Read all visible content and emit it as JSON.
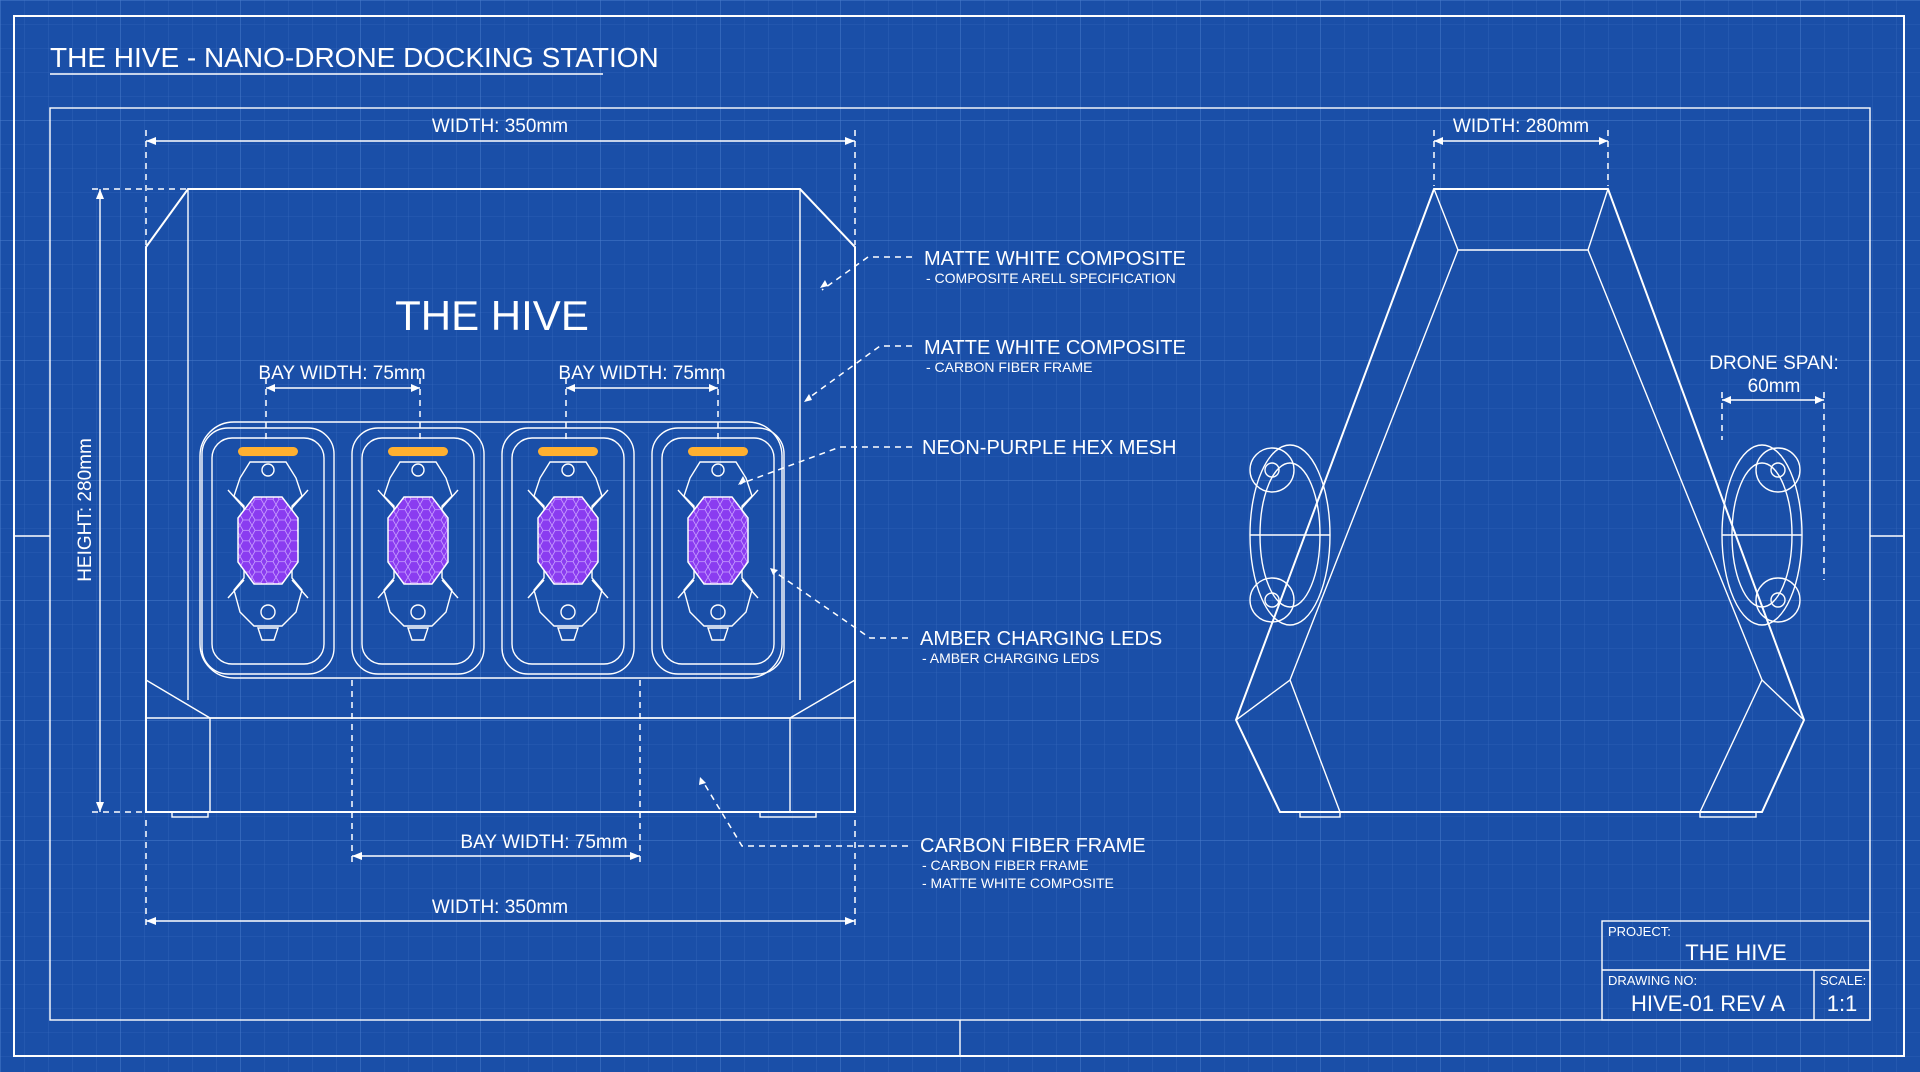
{
  "title": "THE HIVE - NANO-DRONE DOCKING STATION",
  "front": {
    "brand": "THE HIVE",
    "width_top": "WIDTH: 350mm",
    "width_bottom": "WIDTH: 350mm",
    "height": "HEIGHT: 280mm",
    "bay_width_1": "BAY WIDTH: 75mm",
    "bay_width_2": "BAY WIDTH: 75mm",
    "bay_width_3": "BAY WIDTH: 75mm"
  },
  "side": {
    "width": "WIDTH: 280mm",
    "drone_span_line1": "DRONE SPAN:",
    "drone_span_line2": "60mm"
  },
  "callouts": [
    {
      "title": "MATTE WHITE COMPOSITE",
      "subs": [
        "- COMPOSITE ARELL SPECIFICATION"
      ]
    },
    {
      "title": "MATTE WHITE COMPOSITE",
      "subs": [
        "- CARBON FIBER FRAME"
      ]
    },
    {
      "title": "NEON-PURPLE HEX MESH",
      "subs": []
    },
    {
      "title": "AMBER CHARGING LEDS",
      "subs": [
        "- AMBER CHARGING LEDS"
      ]
    },
    {
      "title": "CARBON FIBER FRAME",
      "subs": [
        "- CARBON FIBER FRAME",
        "- MATTE WHITE COMPOSITE"
      ]
    }
  ],
  "title_block": {
    "project_label": "PROJECT:",
    "project_value": "THE HIVE",
    "drawing_label": "DRAWING NO:",
    "drawing_value": "HIVE-01 REV A",
    "scale_label": "SCALE:",
    "scale_value": "1:1"
  },
  "colors": {
    "background": "#1a4fa8",
    "line": "#ffffff",
    "amber_led": "#ffb030",
    "hex_mesh": "#8a3cf0"
  }
}
